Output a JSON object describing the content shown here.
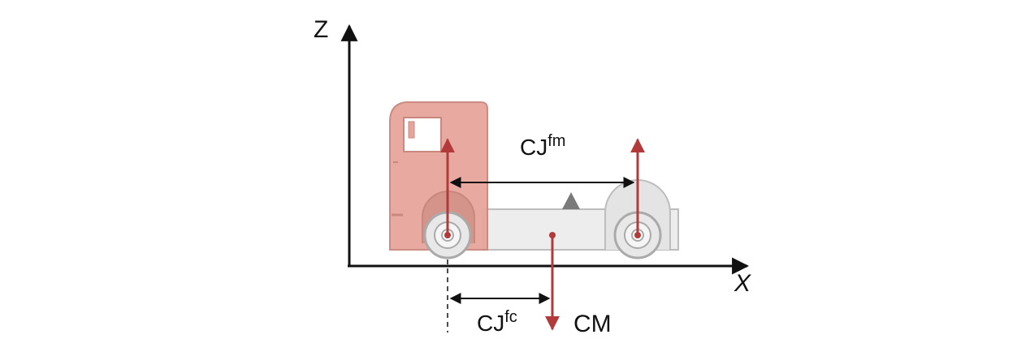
{
  "axes": {
    "z_label": "Z",
    "x_label": "X"
  },
  "labels": {
    "cj_fm_base": "CJ",
    "cj_fm_sup": "fm",
    "cj_fc_base": "CJ",
    "cj_fc_sup": "fc",
    "cm": "CM"
  },
  "colors": {
    "force_arrow": "#b33a3a",
    "cab": "#e6a59b",
    "cab_outline": "#c9877d",
    "chassis": "#ededed",
    "chassis_outline": "#bdbdbd",
    "axis": "#111111",
    "dimension": "#111111"
  }
}
